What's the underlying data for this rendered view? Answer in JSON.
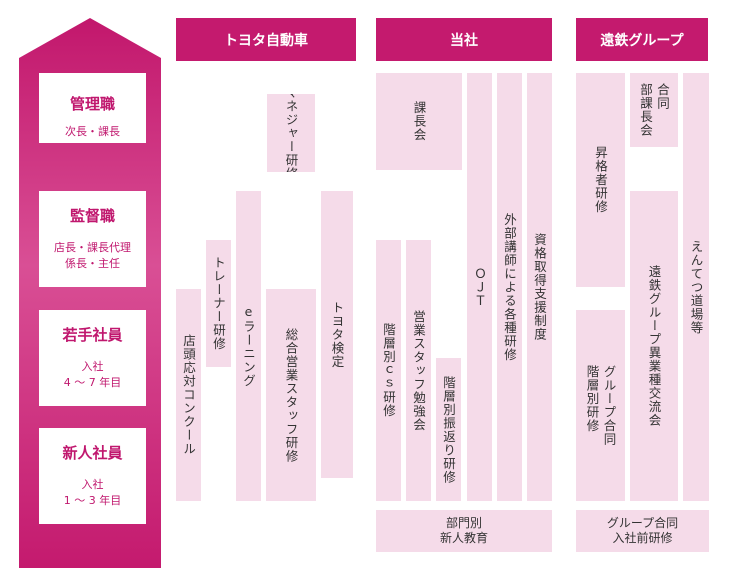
{
  "colors": {
    "magenta": "#c41a6e",
    "pink_light": "#f5dbe9",
    "text_dark": "#333333"
  },
  "ladder": {
    "levels": [
      {
        "title": "管理職",
        "sub1": "次長・課長",
        "sub2": ""
      },
      {
        "title": "監督職",
        "sub1": "店長・課長代理",
        "sub2": "係長・主任"
      },
      {
        "title": "若手社員",
        "sub1": "入社",
        "sub2": "4 ～ 7 年目"
      },
      {
        "title": "新人社員",
        "sub1": "入社",
        "sub2": "1 ～ 3 年目"
      }
    ]
  },
  "headers": {
    "toyota": "トヨタ自動車",
    "tousha": "当社",
    "entetsu": "遠鉄グループ"
  },
  "toyota": {
    "manager": "マネジャー研修",
    "kengyo": "店頭応対コンクール",
    "trainer": "トレーナー研修",
    "elearning": "eラーニング",
    "sogo": "総合営業スタッフ研修",
    "kentei": "トヨタ検定"
  },
  "tousha": {
    "kacho": "課長会",
    "ojt": "ＯＪＴ",
    "gaibu": "外部講師による各種研修",
    "shikaku": "資格取得支援制度",
    "cs_a": "階層別",
    "cs_b": "ｃｓ研修",
    "eigyo": "営業スタッフ勉強会",
    "furikaeri": "階層別振返り研修",
    "shinjin_1": "部門別",
    "shinjin_2": "新人教育"
  },
  "entetsu": {
    "shokaku": "昇格者研修",
    "godo_a": "合同",
    "godo_b": "部課長会",
    "entetsudojo": "えんてつ道場等",
    "ikyoshu": "遠鉄グループ異業種交流会",
    "kaiso_a": "グループ合同",
    "kaiso_b": "階層別研修",
    "nyusha_1": "グループ合同",
    "nyusha_2": "入社前研修"
  }
}
